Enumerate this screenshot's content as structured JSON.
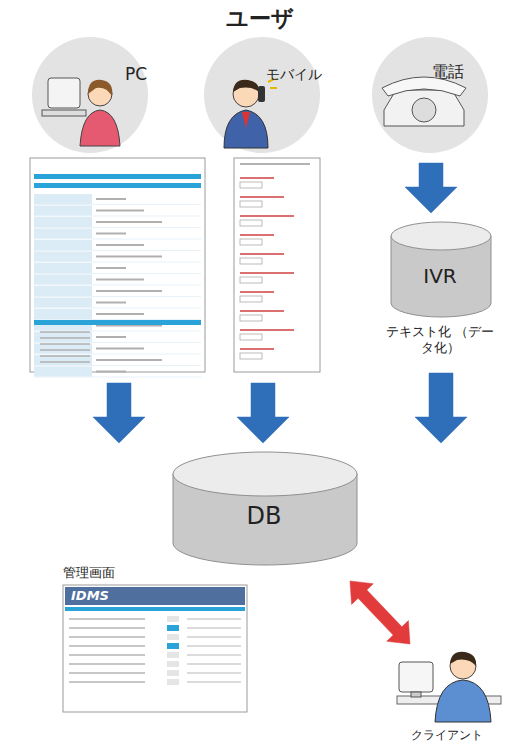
{
  "diagram": {
    "title": "ユーザ",
    "nodes": [
      {
        "text": [
          "PC"
        ]
      },
      {
        "text": [
          "モバイル"
        ]
      },
      {
        "text": [
          "電話"
        ]
      },
      {
        "text": [
          "IVR",
          "テキスト化 （データ化）"
        ]
      },
      {
        "text": [
          "DB"
        ]
      },
      {
        "text": [
          "管理画面",
          "IDMS"
        ]
      },
      {
        "text": [
          "クライアント"
        ]
      }
    ],
    "edges": [
      {
        "from": 0,
        "to": 4,
        "arrow": "to"
      },
      {
        "from": 1,
        "to": 4,
        "arrow": "to"
      },
      {
        "from": 2,
        "to": 3,
        "arrow": "to"
      },
      {
        "from": 3,
        "to": 4,
        "arrow": "to"
      },
      {
        "from": 4,
        "to": 6,
        "arrow": "both"
      }
    ]
  }
}
